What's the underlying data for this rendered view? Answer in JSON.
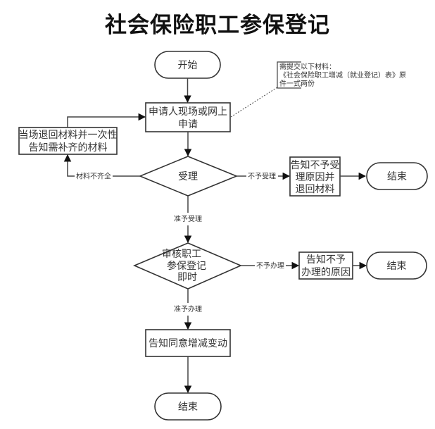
{
  "title": "社会保险职工参保登记",
  "nodes": {
    "start": "开始",
    "apply": [
      "申请人现场或网上",
      "申请"
    ],
    "note": [
      "需提交以下材料：",
      "《社会保险职工增减（就业登记）表》原",
      "件一式两份"
    ],
    "return_materials": [
      "当场退回材料并一次性",
      "告知需补齐的材料"
    ],
    "accept": "受理",
    "reject_notice": [
      "告知不予受",
      "理原因并",
      "退回材料"
    ],
    "end1": "结束",
    "review": [
      "审核职工",
      "参保登记",
      "即时"
    ],
    "reject_handle": [
      "告知不予",
      "办理的原因"
    ],
    "end2": "结束",
    "approve": "告知同意增减变动",
    "end3": "结束"
  },
  "edges": {
    "incomplete": "材料不齐全",
    "not_accept": "不予受理",
    "accepted": "准予受理",
    "not_handle": "不予办理",
    "handled": "准予办理"
  }
}
